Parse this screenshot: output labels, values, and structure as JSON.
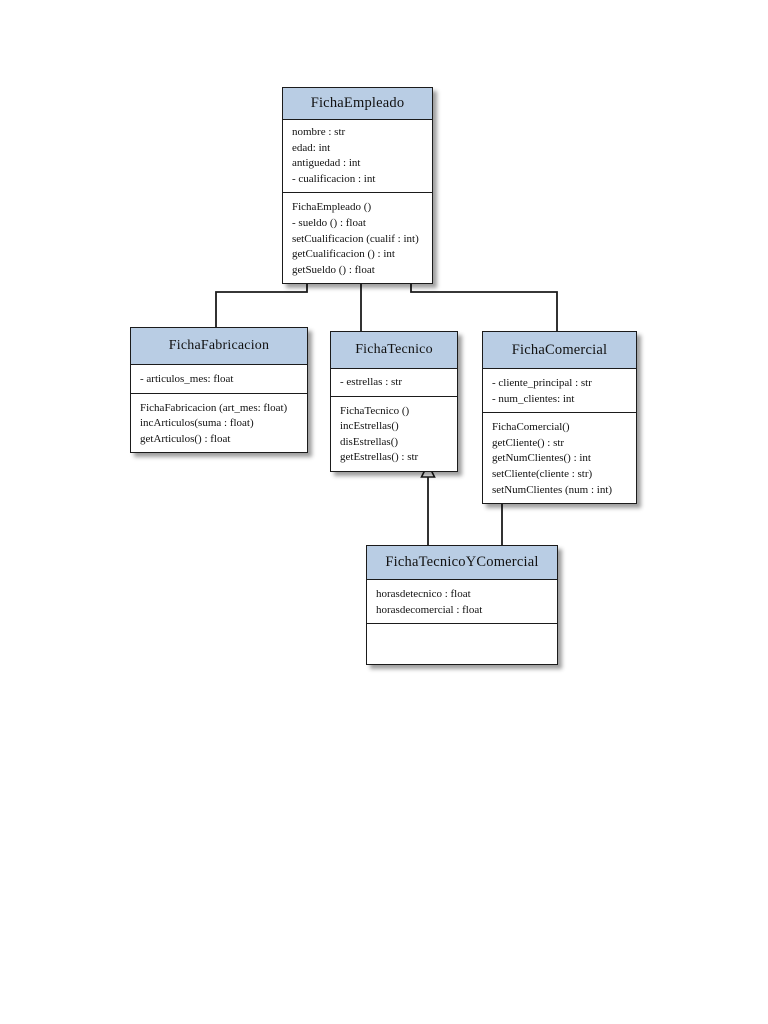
{
  "diagram": {
    "type": "uml-class-diagram",
    "header_color": "#b9cde4",
    "border_color": "#1b1b1b",
    "background": "#ffffff"
  },
  "classes": {
    "ficha_empleado": {
      "name": "FichaEmpleado",
      "attributes": [
        "nombre : str",
        "edad: int",
        "antiguedad : int",
        "- cualificacion : int"
      ],
      "operations": [
        "FichaEmpleado ()",
        "- sueldo () : float",
        "setCualificacion (cualif : int)",
        "getCualificacion () : int",
        "getSueldo () : float"
      ]
    },
    "ficha_fabricacion": {
      "name": "FichaFabricacion",
      "attributes": [
        "- articulos_mes: float"
      ],
      "operations": [
        "FichaFabricacion (art_mes: float)",
        "incArticulos(suma : float)",
        "getArticulos() : float"
      ]
    },
    "ficha_tecnico": {
      "name": "FichaTecnico",
      "attributes": [
        "- estrellas : str"
      ],
      "operations": [
        "FichaTecnico ()",
        "incEstrellas()",
        "disEstrellas()",
        "getEstrellas() : str"
      ]
    },
    "ficha_comercial": {
      "name": "FichaComercial",
      "attributes": [
        "- cliente_principal : str",
        "- num_clientes: int"
      ],
      "operations": [
        "FichaComercial()",
        "getCliente() : str",
        "getNumClientes() : int",
        "setCliente(cliente : str)",
        "setNumClientes (num : int)"
      ]
    },
    "ficha_tecnico_y_comercial": {
      "name": "FichaTecnicoYComercial",
      "attributes": [
        "horasdetecnico : float",
        "horasdecomercial : float"
      ],
      "operations": []
    }
  },
  "relationships": [
    {
      "kind": "generalization",
      "from": "FichaFabricacion",
      "to": "FichaEmpleado"
    },
    {
      "kind": "generalization",
      "from": "FichaTecnico",
      "to": "FichaEmpleado"
    },
    {
      "kind": "generalization",
      "from": "FichaComercial",
      "to": "FichaEmpleado"
    },
    {
      "kind": "generalization",
      "from": "FichaTecnicoYComercial",
      "to": "FichaTecnico"
    },
    {
      "kind": "generalization",
      "from": "FichaTecnicoYComercial",
      "to": "FichaComercial"
    }
  ]
}
